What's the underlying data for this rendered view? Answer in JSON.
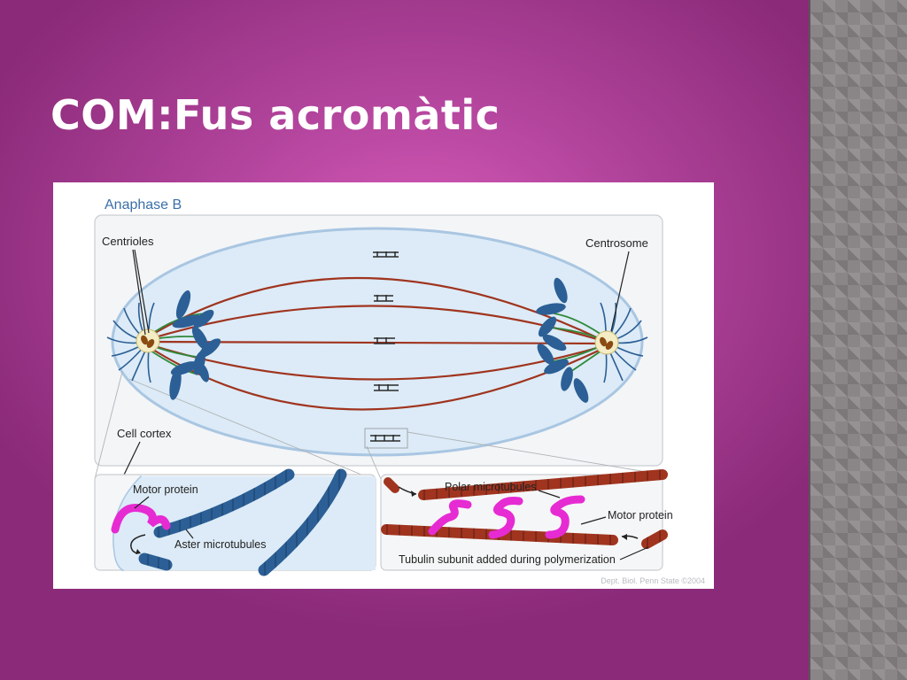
{
  "slide": {
    "title": "COM:Fus acromàtic"
  },
  "figure": {
    "heading": "Anaphase B",
    "labels": {
      "centrioles": "Centrioles",
      "centrosome": "Centrosome",
      "cell_cortex": "Cell cortex",
      "motor_protein_left": "Motor protein",
      "aster_microtubules": "Aster microtubules",
      "polar_microtubules": "Polar microtubules",
      "motor_protein_right": "Motor protein",
      "tubulin_subunit": "Tubulin subunit added during polymerization"
    },
    "credit": "Dept. Biol. Penn State ©2004"
  },
  "colors": {
    "background_center": "#d85cba",
    "background_edge": "#8a2a78",
    "cell_fill": "#dcebf7",
    "cell_outline": "#a9c6e2",
    "microtubule": "#a0341f",
    "kinetochore": "#2f8a3a",
    "chromosome": "#2c5f95",
    "motor_protein": "#e62bd3"
  }
}
